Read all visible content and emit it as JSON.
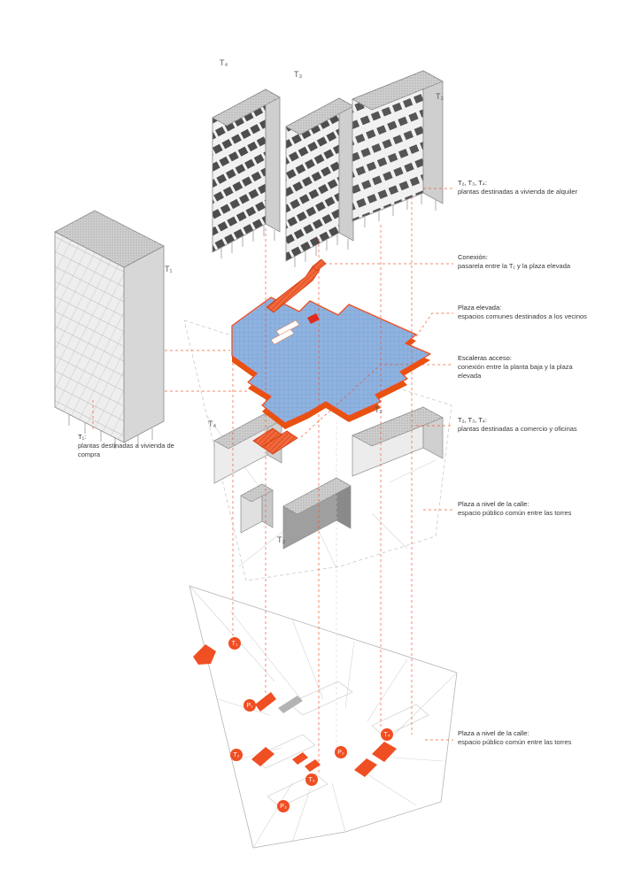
{
  "colors": {
    "accent_orange": "#f04e23",
    "plaza_blue": "#8fb3e0",
    "building_gray": "#ececec",
    "line_gray": "#9b9b9b"
  },
  "tower_labels": {
    "t4_top": "T₄",
    "t3_top": "T₃",
    "t2_top": "T₂",
    "t1": "T₁",
    "t4_mid": "T₄",
    "t2_mid": "T₂",
    "t3_mid": "T₃"
  },
  "annotations": {
    "left_t1": {
      "title": "T₁:",
      "body": "plantas destinadas a vivienda de compra"
    },
    "right": [
      {
        "title": "T₂, T₃, T₄:",
        "body": "plantas destinadas a vivienda de alquiler"
      },
      {
        "title": "Conexión:",
        "body": "pasarela entre la T₁ y la plaza elevada"
      },
      {
        "title": "Plaza elevada:",
        "body": "espacios comunes destinados a los vecinos"
      },
      {
        "title": "Escaleras acceso:",
        "body": "conexión entre la planta baja y la plaza elevada"
      },
      {
        "title": "T₂, T₃, T₄:",
        "body": "plantas destinadas a comercio y oficinas"
      },
      {
        "title": "Plaza a nivel de la calle:",
        "body": "espacio público común entre las torres"
      },
      {
        "title": "Plaza a nivel de la calle:",
        "body": "espacio público común entre las torres"
      }
    ]
  },
  "plan_labels": {
    "t1": "T₁",
    "p1": "P₁",
    "t4": "T₄",
    "t2": "T₂",
    "p2": "P₂",
    "t3": "T₃",
    "p3": "P₃"
  }
}
